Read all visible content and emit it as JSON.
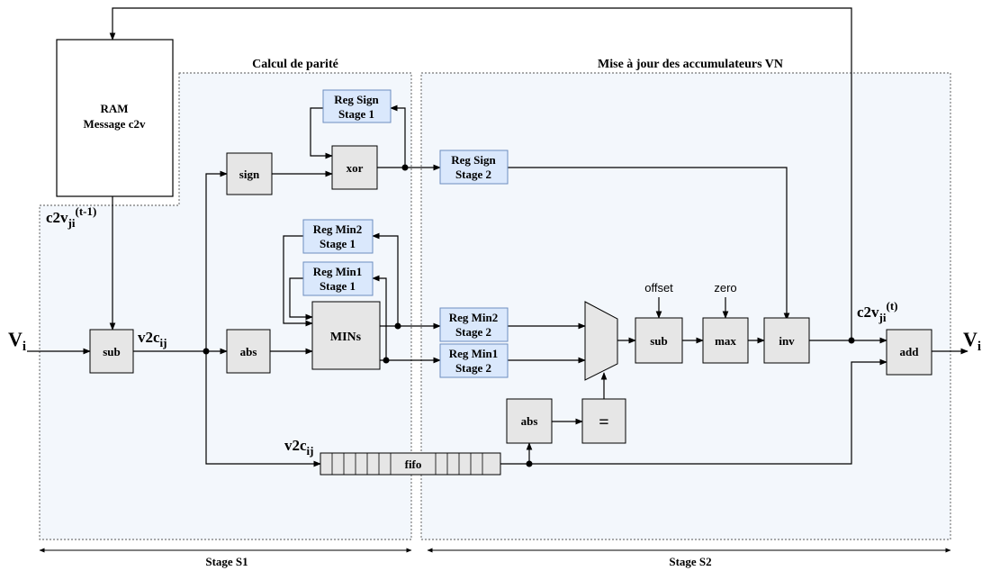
{
  "regions": {
    "stage1_title": "Calcul de parité",
    "stage2_title": "Mise à jour des accumulateurs VN"
  },
  "ram": {
    "line1": "RAM",
    "line2": "Message c2v"
  },
  "blocks": {
    "sub1": "sub",
    "abs1": "abs",
    "sign": "sign",
    "xor": "xor",
    "mins": "MINs",
    "fifo": "fifo",
    "abs2": "abs",
    "eq": "=",
    "sub2": "sub",
    "max": "max",
    "inv": "inv",
    "add": "add"
  },
  "registers": {
    "reg_sign_s1": [
      "Reg Sign",
      "Stage 1"
    ],
    "reg_min2_s1": [
      "Reg Min2",
      "Stage 1"
    ],
    "reg_min1_s1": [
      "Reg Min1",
      "Stage 1"
    ],
    "reg_sign_s2": [
      "Reg Sign",
      "Stage 2"
    ],
    "reg_min2_s2": [
      "Reg Min2",
      "Stage 2"
    ],
    "reg_min1_s2": [
      "Reg Min1",
      "Stage 2"
    ]
  },
  "signals": {
    "c2v_prev": {
      "base": "c2v",
      "sub": "ji",
      "sup": "(t-1)"
    },
    "v2c_main": {
      "base": "v2c",
      "sub": "ij"
    },
    "v2c_fifo": {
      "base": "v2c",
      "sub": "ij"
    },
    "c2v_new": {
      "base": "c2v",
      "sub": "ji",
      "sup": "(t)"
    },
    "v_in": {
      "base": "V",
      "sub": "i"
    },
    "v_out": {
      "base": "V",
      "sub": "i"
    },
    "offset": "offset",
    "zero": "zero"
  },
  "stages": {
    "s1": "Stage S1",
    "s2": "Stage S2"
  }
}
